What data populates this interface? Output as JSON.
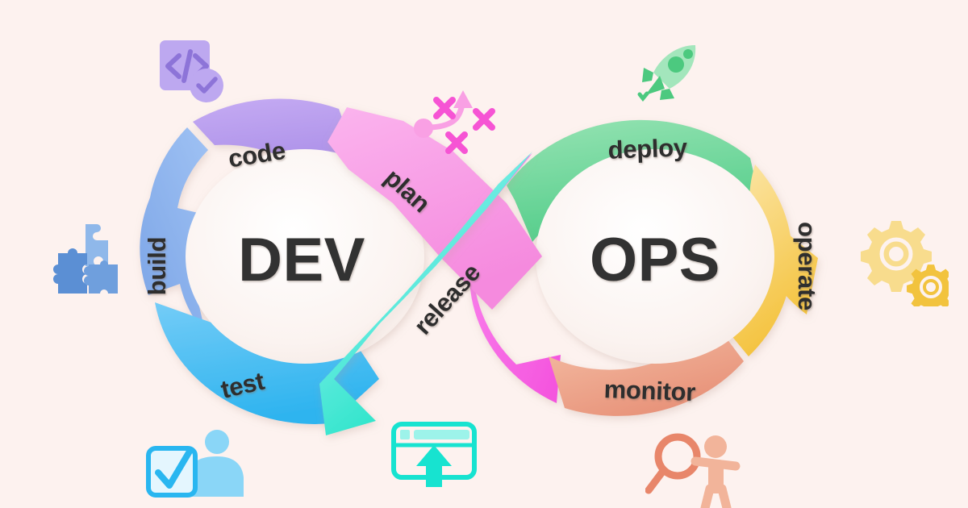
{
  "diagram": {
    "title": "DevOps lifecycle infinity loop",
    "background_color": "#fdf2ef",
    "label_color": "#2f2f2f",
    "hub_label_color": "#333333"
  },
  "dev": {
    "hub_label": "DEV",
    "stages": [
      {
        "id": "plan",
        "label": "plan",
        "color_from": "#f9a8e8",
        "color_to": "#f58fe0",
        "order": 1
      },
      {
        "id": "code",
        "label": "code",
        "color_from": "#c0a6f0",
        "color_to": "#a98ee8",
        "order": 2
      },
      {
        "id": "build",
        "label": "build",
        "color_from": "#9dc0f2",
        "color_to": "#7fa8e8",
        "order": 3
      },
      {
        "id": "test",
        "label": "test",
        "color_from": "#6cc8f5",
        "color_to": "#31b6f0",
        "order": 4
      },
      {
        "id": "release",
        "label": "release",
        "color_from": "#9af0f0",
        "color_to": "#17e3c3",
        "order": 5
      }
    ]
  },
  "ops": {
    "hub_label": "OPS",
    "stages": [
      {
        "id": "deploy",
        "label": "deploy",
        "color_from": "#8fe0ae",
        "color_to": "#57cf8d",
        "order": 1
      },
      {
        "id": "operate",
        "label": "operate",
        "color_from": "#fbe3a0",
        "color_to": "#f5c542",
        "order": 2
      },
      {
        "id": "monitor",
        "label": "monitor",
        "color_from": "#f2b49a",
        "color_to": "#e8927a",
        "order": 3
      },
      {
        "id": "feedback",
        "label": "",
        "color_from": "#f77de8",
        "color_to": "#f45ce0",
        "order": 4
      }
    ]
  },
  "decorations": [
    {
      "id": "code-snippet-icon",
      "name": "code-brackets-check-icon",
      "color": "#b9a4ef",
      "accent": "#8d74d8",
      "relates_to": "code"
    },
    {
      "id": "strategy-icon",
      "name": "strategy-arrow-crosses-icon",
      "color": "#f85fd0",
      "accent": "#f9a8e8",
      "relates_to": "plan"
    },
    {
      "id": "rocket-icon",
      "name": "rocket-icon",
      "color": "#4cc97f",
      "accent": "#a8e8bf",
      "relates_to": "deploy"
    },
    {
      "id": "gears-icon",
      "name": "gears-icon",
      "color": "#f8dc8d",
      "accent": "#f2c33e",
      "relates_to": "operate"
    },
    {
      "id": "puzzle-icon",
      "name": "puzzle-pieces-icon",
      "color": "#5b8fd4",
      "accent": "#8fb8ea",
      "relates_to": "build"
    },
    {
      "id": "checklist-person-icon",
      "name": "checkbox-person-icon",
      "color": "#29b6f0",
      "accent": "#8ad6f7",
      "relates_to": "test"
    },
    {
      "id": "upload-window-icon",
      "name": "browser-upload-icon",
      "color": "#17e3d0",
      "accent": "#9df3ea",
      "relates_to": "release"
    },
    {
      "id": "magnifier-person-icon",
      "name": "magnifier-person-icon",
      "color": "#e8866a",
      "accent": "#f2b49a",
      "relates_to": "monitor"
    }
  ]
}
